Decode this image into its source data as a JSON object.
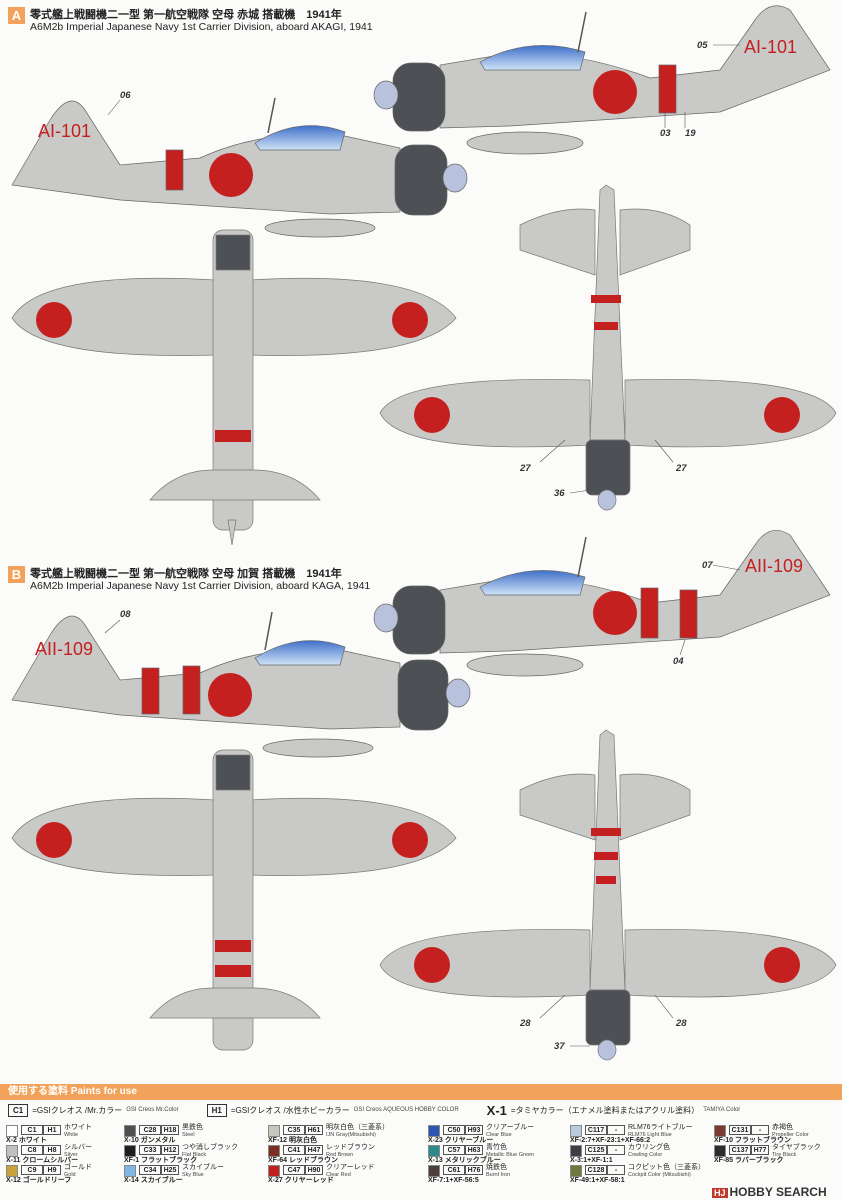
{
  "schemes": [
    {
      "letter": "A",
      "title_jp": "零式艦上戦闘機二一型 第一航空戦隊 空母 赤城 搭載機　1941年",
      "title_en": "A6M2b Imperial Japanese Navy 1st Carrier Division, aboard AKAGI, 1941",
      "tail_code": "AI-101"
    },
    {
      "letter": "B",
      "title_jp": "零式艦上戦闘機二一型 第一航空戦隊 空母 加賀 搭載機　1941年",
      "title_en": "A6M2b Imperial Japanese Navy 1st Carrier Division, aboard KAGA, 1941",
      "tail_code": "AII-109"
    }
  ],
  "callouts": {
    "a_left_tail": "06",
    "a_right_tail": "05",
    "a_right_band1": "03",
    "a_right_band2": "19",
    "a_bottom_left": "27",
    "a_bottom_right": "27",
    "a_bottom_tail": "36",
    "b_left_tail": "08",
    "b_right_tail": "07",
    "b_right_band": "04",
    "b_bottom_left": "28",
    "b_bottom_right": "28",
    "b_bottom_tail": "37"
  },
  "paints_header": "使用する塗料 Paints for use",
  "legend": {
    "c_code": "C1",
    "c_text": "=GSIクレオス /Mr.カラー",
    "c_sub": "GSI Creos Mr.Color",
    "h_code": "H1",
    "h_text": "=GSIクレオス /水性ホビーカラー",
    "h_sub": "GSI Creos AQUEOUS HOBBY COLOR",
    "x_code": "X-1",
    "x_text": "=タミヤカラー（エナメル塗料またはアクリル塗料）",
    "x_sub": "TAMIYA Color"
  },
  "paints": [
    {
      "c": "C1",
      "h": "H1",
      "jp": "ホワイト",
      "en": "White",
      "x": "X-2 ホワイト",
      "color": "#ffffff"
    },
    {
      "c": "C8",
      "h": "H8",
      "jp": "シルバー",
      "en": "Silver",
      "x": "X-11 クロームシルバー",
      "color": "#c0c0c0"
    },
    {
      "c": "C9",
      "h": "H9",
      "jp": "ゴールド",
      "en": "Gold",
      "x": "X-12 ゴールドリーフ",
      "color": "#c9a23a"
    },
    {
      "c": "C28",
      "h": "H18",
      "jp": "黒鉄色",
      "en": "Steel",
      "x": "X-10 ガンメタル",
      "color": "#4f4f4f"
    },
    {
      "c": "C33",
      "h": "H12",
      "jp": "つや消しブラック",
      "en": "Flat Black",
      "x": "XF-1 フラットブラック",
      "color": "#1e1e1e"
    },
    {
      "c": "C34",
      "h": "H25",
      "jp": "スカイブルー",
      "en": "Sky Blue",
      "x": "X-14 スカイブルー",
      "color": "#7fb6e6"
    },
    {
      "c": "C35",
      "h": "H61",
      "jp": "明灰白色（三菱系）",
      "en": "IJN Gray(Mitsubishi)",
      "x": "XF-12 明灰白色",
      "color": "#c7c8bd"
    },
    {
      "c": "C41",
      "h": "H47",
      "jp": "レッドブラウン",
      "en": "Red Brown",
      "x": "XF-64 レッドブラウン",
      "color": "#7c2e24"
    },
    {
      "c": "C47",
      "h": "H90",
      "jp": "クリアーレッド",
      "en": "Clear Red",
      "x": "X-27 クリヤーレッド",
      "color": "#c02020"
    },
    {
      "c": "C50",
      "h": "H93",
      "jp": "クリアーブルー",
      "en": "Clear Blue",
      "x": "X-23 クリヤーブルー",
      "color": "#2f55b4"
    },
    {
      "c": "C57",
      "h": "H63",
      "jp": "青竹色",
      "en": "Metallic Blue Green",
      "x": "X-13 メタリックブルー",
      "color": "#2d8a8a"
    },
    {
      "c": "C61",
      "h": "H76",
      "jp": "焼鉄色",
      "en": "Burnt Iron",
      "x": "XF-7:1+XF-56:5",
      "color": "#4a3f3a"
    },
    {
      "c": "C117",
      "h": "-",
      "jp": "RLM76ライトブルー",
      "en": "RLM76 Light Blue",
      "x": "XF-2:7+XF-23:1+XF-66:2",
      "color": "#b9cbe0"
    },
    {
      "c": "C125",
      "h": "-",
      "jp": "カウリング色",
      "en": "Cowling Color",
      "x": "X-3:1+XF-1:1",
      "color": "#3b3f48"
    },
    {
      "c": "C128",
      "h": "-",
      "jp": "コクピット色（三菱系）",
      "en": "Cockpit Color (Mitsubishi)",
      "x": "XF-49:1+XF-58:1",
      "color": "#6b7a3c"
    },
    {
      "c": "C131",
      "h": "-",
      "jp": "赤褐色",
      "en": "Propeller Color",
      "x": "XF-10 フラットブラウン",
      "color": "#7b3a2e"
    },
    {
      "c": "C137",
      "h": "H77",
      "jp": "タイヤブラック",
      "en": "Tire Black",
      "x": "XF-85 ラバーブラック",
      "color": "#2c2c2c"
    }
  ],
  "logo": {
    "box": "HJ",
    "text": "HOBBY SEARCH"
  },
  "colors": {
    "accent": "#f2a25a",
    "airframe": "#c9cac7",
    "hinomaru": "#c4201f",
    "cowling": "#4d5054",
    "canopy": "#7ea9e0"
  }
}
